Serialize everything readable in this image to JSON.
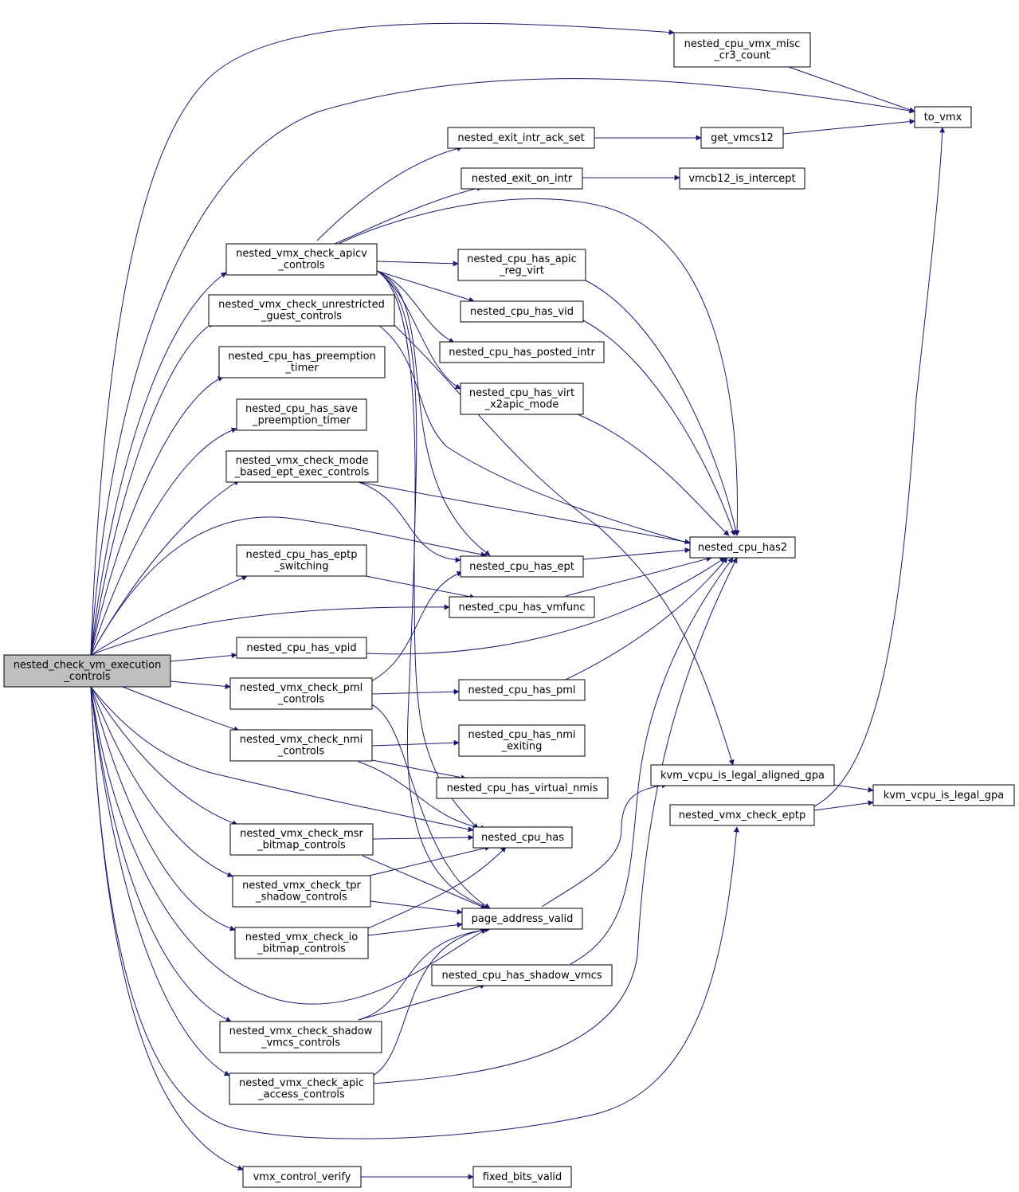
{
  "colors": {
    "edge": "#191970",
    "root_fill": "#bfbfbf",
    "node_fill": "#ffffff",
    "border": "#000000"
  },
  "nodes": [
    {
      "id": "root",
      "lines": [
        "nested_check_vm_execution",
        "_controls"
      ],
      "root": true
    },
    {
      "id": "misc",
      "lines": [
        "nested_cpu_vmx_misc",
        "_cr3_count"
      ]
    },
    {
      "id": "tovmx",
      "lines": [
        "to_vmx"
      ]
    },
    {
      "id": "exitack",
      "lines": [
        "nested_exit_intr_ack_set"
      ]
    },
    {
      "id": "getvmcs",
      "lines": [
        "get_vmcs12"
      ]
    },
    {
      "id": "exitintr",
      "lines": [
        "nested_exit_on_intr"
      ]
    },
    {
      "id": "vmcb12",
      "lines": [
        "vmcb12_is_intercept"
      ]
    },
    {
      "id": "apicv",
      "lines": [
        "nested_vmx_check_apicv",
        "_controls"
      ]
    },
    {
      "id": "apicreg",
      "lines": [
        "nested_cpu_has_apic",
        "_reg_virt"
      ]
    },
    {
      "id": "vid",
      "lines": [
        "nested_cpu_has_vid"
      ]
    },
    {
      "id": "unrestr",
      "lines": [
        "nested_vmx_check_unrestricted",
        "_guest_controls"
      ]
    },
    {
      "id": "posted",
      "lines": [
        "nested_cpu_has_posted_intr"
      ]
    },
    {
      "id": "preempt",
      "lines": [
        "nested_cpu_has_preemption",
        "_timer"
      ]
    },
    {
      "id": "x2apic",
      "lines": [
        "nested_cpu_has_virt",
        "_x2apic_mode"
      ]
    },
    {
      "id": "savepre",
      "lines": [
        "nested_cpu_has_save",
        "_preemption_timer"
      ]
    },
    {
      "id": "modebased",
      "lines": [
        "nested_vmx_check_mode",
        "_based_ept_exec_controls"
      ]
    },
    {
      "id": "has2",
      "lines": [
        "nested_cpu_has2"
      ]
    },
    {
      "id": "eptp",
      "lines": [
        "nested_cpu_has_eptp",
        "_switching"
      ]
    },
    {
      "id": "ept",
      "lines": [
        "nested_cpu_has_ept"
      ]
    },
    {
      "id": "vmfunc",
      "lines": [
        "nested_cpu_has_vmfunc"
      ]
    },
    {
      "id": "vpid",
      "lines": [
        "nested_cpu_has_vpid"
      ]
    },
    {
      "id": "pmlc",
      "lines": [
        "nested_vmx_check_pml",
        "_controls"
      ]
    },
    {
      "id": "pml",
      "lines": [
        "nested_cpu_has_pml"
      ]
    },
    {
      "id": "nmic",
      "lines": [
        "nested_vmx_check_nmi",
        "_controls"
      ]
    },
    {
      "id": "nmiexit",
      "lines": [
        "nested_cpu_has_nmi",
        "_exiting"
      ]
    },
    {
      "id": "kvmaligned",
      "lines": [
        "kvm_vcpu_is_legal_aligned_gpa"
      ]
    },
    {
      "id": "vnmis",
      "lines": [
        "nested_cpu_has_virtual_nmis"
      ]
    },
    {
      "id": "kvmgpa",
      "lines": [
        "kvm_vcpu_is_legal_gpa"
      ]
    },
    {
      "id": "checkeptp",
      "lines": [
        "nested_vmx_check_eptp"
      ]
    },
    {
      "id": "msrc",
      "lines": [
        "nested_vmx_check_msr",
        "_bitmap_controls"
      ]
    },
    {
      "id": "has",
      "lines": [
        "nested_cpu_has"
      ]
    },
    {
      "id": "tprc",
      "lines": [
        "nested_vmx_check_tpr",
        "_shadow_controls"
      ]
    },
    {
      "id": "pav",
      "lines": [
        "page_address_valid"
      ]
    },
    {
      "id": "ioc",
      "lines": [
        "nested_vmx_check_io",
        "_bitmap_controls"
      ]
    },
    {
      "id": "shadowvmcs",
      "lines": [
        "nested_cpu_has_shadow_vmcs"
      ]
    },
    {
      "id": "shadowc",
      "lines": [
        "nested_vmx_check_shadow",
        "_vmcs_controls"
      ]
    },
    {
      "id": "apicacc",
      "lines": [
        "nested_vmx_check_apic",
        "_access_controls"
      ]
    },
    {
      "id": "vmxctl",
      "lines": [
        "vmx_control_verify"
      ]
    },
    {
      "id": "fixed",
      "lines": [
        "fixed_bits_valid"
      ]
    }
  ]
}
